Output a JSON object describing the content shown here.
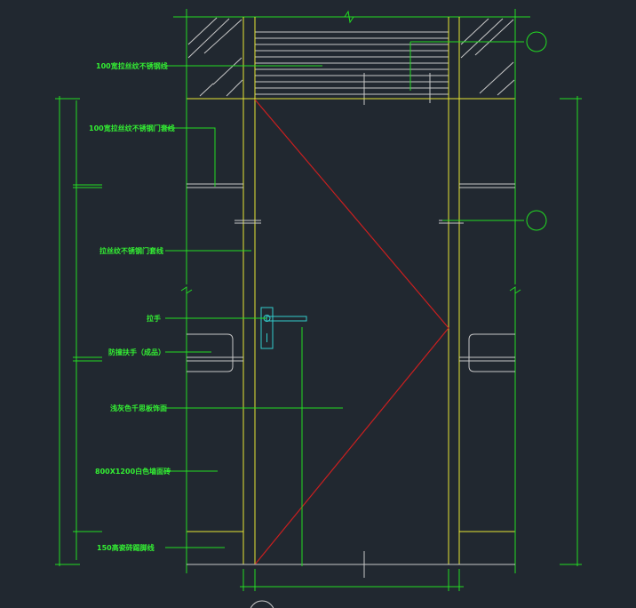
{
  "labels": {
    "l1": "100宽拉丝纹不锈钢线",
    "l2": "100宽拉丝纹不锈钢门套线",
    "l3": "拉丝纹不锈钢门套线",
    "l4": "拉手",
    "l5": "防撞扶手（成品）",
    "l6": "浅灰色千思板饰面",
    "l7": "800X1200白色墙面砖",
    "l8": "150高瓷砖踢脚线"
  },
  "colors": {
    "background": "#212830",
    "dimension_lines": "#22dd22",
    "door_frame": "#e6e633",
    "door_swing": "#cc1f1f",
    "handle": "#33cccc",
    "hatch": "#c8c8c8"
  }
}
